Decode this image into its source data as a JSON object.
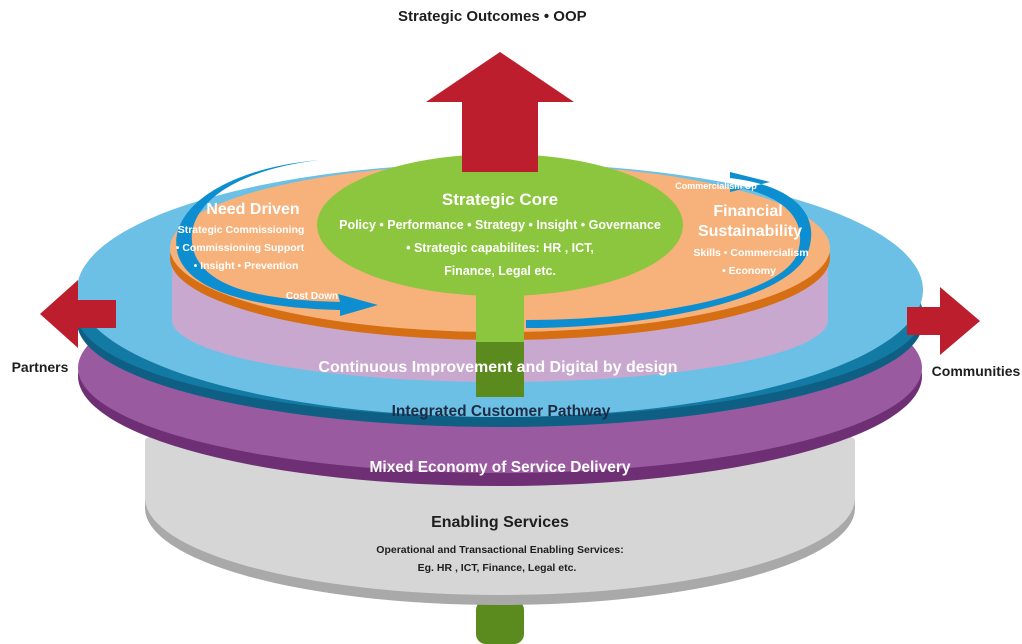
{
  "top_label": "Strategic Outcomes • OOP",
  "left_label": "Partners",
  "right_label": "Communities",
  "core": {
    "title": "Strategic Core",
    "line1": "Policy • Performance • Strategy • Insight • Governance",
    "line2": "• Strategic capabilites: HR , ICT,",
    "line3": "Finance, Legal etc."
  },
  "need_driven": {
    "title": "Need Driven",
    "line1": "Strategic Commissioning",
    "line2": "• Commissioning Support",
    "line3": "• Insight • Prevention"
  },
  "financial": {
    "title1": "Financial",
    "title2": "Sustainability",
    "line1": "Skills • Commercialism",
    "line2": "• Economy"
  },
  "arrows": {
    "cost_down": "Cost Down",
    "commercialism_up": "Commercialism Up"
  },
  "layers": {
    "continuous": "Continuous Improvement and Digital by design",
    "pathway": "Integrated Customer Pathway",
    "mixed": "Mixed Economy of Service Delivery",
    "enabling_title": "Enabling Services",
    "enabling_line1": "Operational and Transactional Enabling Services:",
    "enabling_line2": "Eg. HR , ICT,  Finance, Legal etc."
  },
  "colors": {
    "core_green": "#8cc63e",
    "stem_green": "#5b8a1e",
    "orange_top": "#f7b27c",
    "orange_side": "#d66e14",
    "lilac": "#c9a8cf",
    "sky_blue": "#6cc0e6",
    "teal_band": "#137ba3",
    "purple": "#9a5aa0",
    "grey": "#d5d5d5",
    "arrow_red": "#bd1e2d",
    "flow_blue": "#0c8ed0"
  }
}
